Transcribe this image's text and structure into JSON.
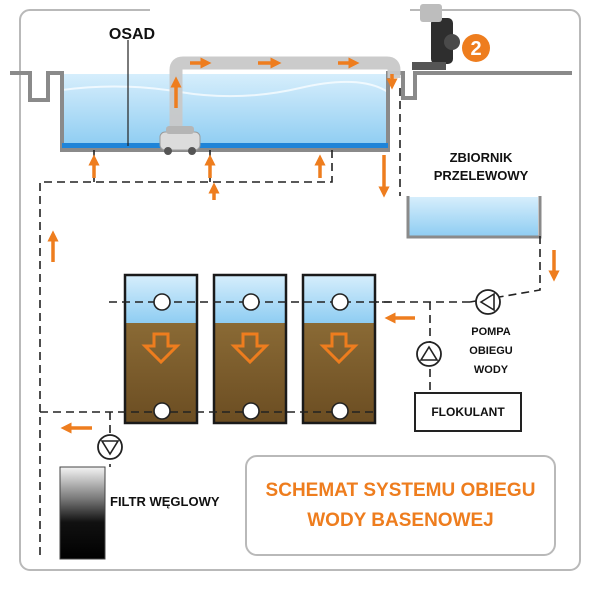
{
  "labels": {
    "sediment": "OSAD",
    "device_number": "2",
    "overflow_tank_line1": "ZBIORNIK",
    "overflow_tank_line2": "PRZELEWOWY",
    "pump_line1": "POMPA",
    "pump_line2": "OBIEGU",
    "pump_line3": "WODY",
    "flocculant": "FLOKULANT",
    "carbon_filter": "FILTR WĘGLOWY"
  },
  "title": {
    "line1": "SCHEMAT SYSTEMU OBIEGU",
    "line2": "WODY BASENOWEJ"
  },
  "colors": {
    "flow_arrow": "#ee7d1e",
    "water": "#a9d8f5",
    "sand_filter_media": "#7a5a2c",
    "title_text": "#ee7d1e",
    "frame": "#b9b9b9"
  },
  "icons": [
    "pump-symbol-icon",
    "flow-arrow-icon",
    "pool-robot-icon"
  ]
}
